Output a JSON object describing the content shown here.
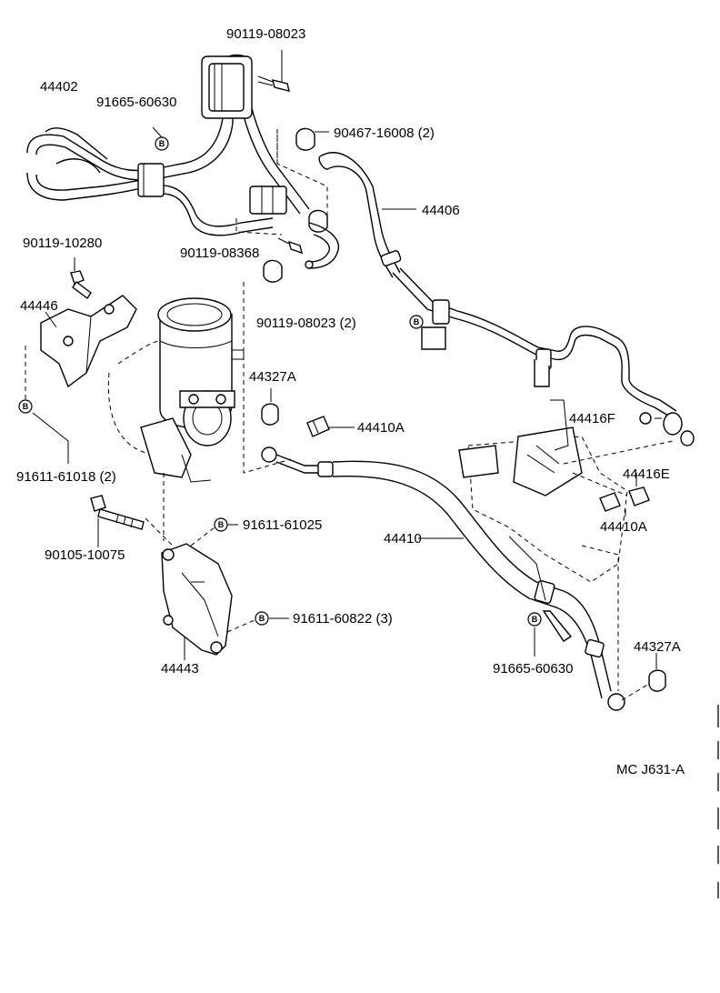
{
  "parts": {
    "p90119_08023_top": "90119-08023",
    "p44402": "44402",
    "p91665_60630_top": "91665-60630",
    "p90467_16008": "90467-16008 (2)",
    "p44406": "44406",
    "p90119_10280": "90119-10280",
    "p90119_08368": "90119-08368",
    "p44446": "44446",
    "p90119_08023_2": "90119-08023 (2)",
    "p44327A_left": "44327A",
    "p44410A_left": "44410A",
    "p44416F": "44416F",
    "p91611_61018": "91611-61018 (2)",
    "p44416E": "44416E",
    "p44410A_right": "44410A",
    "p91611_61025": "91611-61025",
    "p90105_10075": "90105-10075",
    "p44410": "44410",
    "p91611_60822": "91611-60822 (3)",
    "p44443": "44443",
    "p91665_60630_bottom": "91665-60630",
    "p44327A_right": "44327A"
  },
  "marker_symbol": "B",
  "diagram_code": "MC J631-A"
}
